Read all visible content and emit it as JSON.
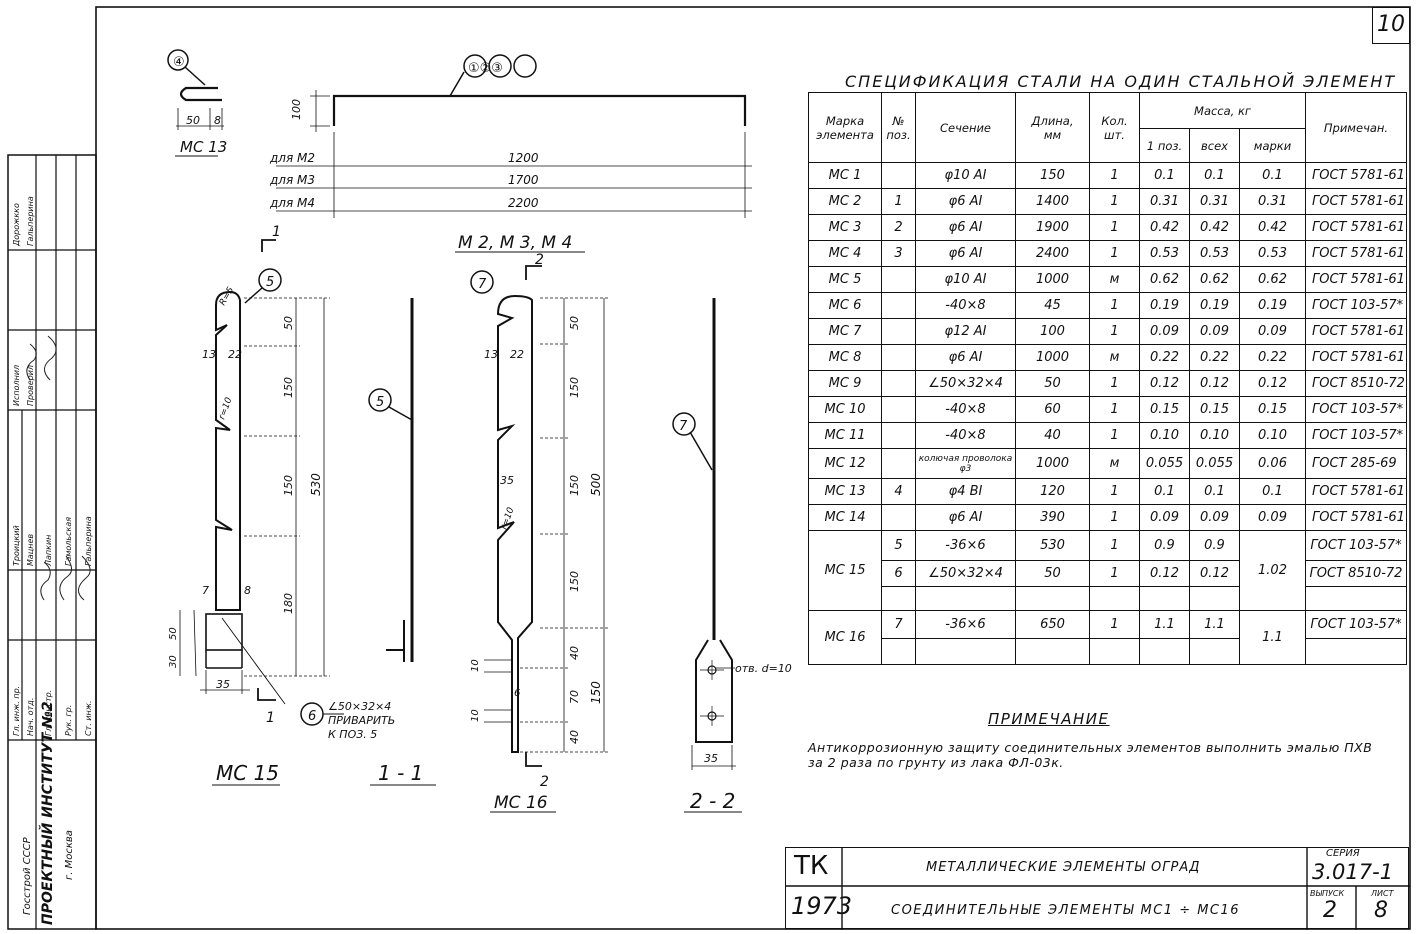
{
  "sheet_number": "10",
  "drawing": {
    "bar_positions": "①②③",
    "hook_position": "④",
    "hook_dims": [
      "50",
      "8"
    ],
    "hook_label": "МС 13",
    "bar_height": "100",
    "bar_rows": [
      {
        "label": "для  М2",
        "length": "1200"
      },
      {
        "label": "для  М3",
        "length": "1700"
      },
      {
        "label": "для  М4",
        "length": "2200"
      }
    ],
    "bar_caption": "М 2, М 3, М 4",
    "section_mark_1": "1",
    "section_mark_2": "2",
    "mc15": {
      "pos": "5",
      "pos_angle": "6",
      "dims_left": [
        "13",
        "22",
        "7",
        "8"
      ],
      "dims_vert": [
        "50",
        "150",
        "150",
        "180"
      ],
      "total": "530",
      "dims_bottom": [
        "50",
        "30",
        "35"
      ],
      "radius_top": "R=5",
      "radius_mid": "r=10",
      "angle_note_1": "∠50×32×4",
      "angle_note_2": "ПРИВАРИТЬ",
      "angle_note_3": "К ПОЗ. 5",
      "caption": "МС 15"
    },
    "section_1_1": {
      "pos": "5",
      "caption": "1 - 1"
    },
    "mc16": {
      "pos": "7",
      "dims_left": [
        "13",
        "22",
        "35"
      ],
      "dims_vert": [
        "50",
        "150",
        "150",
        "150",
        "40",
        "70",
        "40"
      ],
      "total": "500",
      "total_bottom": "150",
      "dims_small": [
        "10",
        "10",
        "6"
      ],
      "radius": "r=10",
      "caption": "МС 16"
    },
    "section_2_2": {
      "pos": "7",
      "hole": "отв. d=10",
      "width": "35",
      "caption": "2 - 2"
    }
  },
  "spec": {
    "title": "Спецификация стали на один стальной элемент",
    "headers": {
      "mark": [
        "Марка",
        "элемента"
      ],
      "pos": [
        "№",
        "поз."
      ],
      "section": "Сечение",
      "length": [
        "Длина,",
        "мм"
      ],
      "qty": [
        "Кол.",
        "шт."
      ],
      "mass": "Масса, кг",
      "mass_one": "1 поз.",
      "mass_all": "всех",
      "mass_mark": "марки",
      "note": "Примечан."
    },
    "rows": [
      {
        "mark": "МС 1",
        "pos": "",
        "section": "φ10 АⅠ",
        "length": "150",
        "qty": "1",
        "m1": "0.1",
        "mall": "0.1",
        "mmark": "0.1",
        "note": "ГОСТ 5781-61"
      },
      {
        "mark": "МС 2",
        "pos": "1",
        "section": "φ6 АⅠ",
        "length": "1400",
        "qty": "1",
        "m1": "0.31",
        "mall": "0.31",
        "mmark": "0.31",
        "note": "ГОСТ 5781-61"
      },
      {
        "mark": "МС 3",
        "pos": "2",
        "section": "φ6 АⅠ",
        "length": "1900",
        "qty": "1",
        "m1": "0.42",
        "mall": "0.42",
        "mmark": "0.42",
        "note": "ГОСТ 5781-61"
      },
      {
        "mark": "МС 4",
        "pos": "3",
        "section": "φ6 АⅠ",
        "length": "2400",
        "qty": "1",
        "m1": "0.53",
        "mall": "0.53",
        "mmark": "0.53",
        "note": "ГОСТ 5781-61"
      },
      {
        "mark": "МС 5",
        "pos": "",
        "section": "φ10 АⅠ",
        "length": "1000",
        "qty": "м",
        "m1": "0.62",
        "mall": "0.62",
        "mmark": "0.62",
        "note": "ГОСТ 5781-61"
      },
      {
        "mark": "МС 6",
        "pos": "",
        "section": "-40×8",
        "length": "45",
        "qty": "1",
        "m1": "0.19",
        "mall": "0.19",
        "mmark": "0.19",
        "note": "ГОСТ 103-57*"
      },
      {
        "mark": "МС 7",
        "pos": "",
        "section": "φ12 АⅠ",
        "length": "100",
        "qty": "1",
        "m1": "0.09",
        "mall": "0.09",
        "mmark": "0.09",
        "note": "ГОСТ 5781-61"
      },
      {
        "mark": "МС 8",
        "pos": "",
        "section": "φ6 АⅠ",
        "length": "1000",
        "qty": "м",
        "m1": "0.22",
        "mall": "0.22",
        "mmark": "0.22",
        "note": "ГОСТ 5781-61"
      },
      {
        "mark": "МС 9",
        "pos": "",
        "section": "∠50×32×4",
        "length": "50",
        "qty": "1",
        "m1": "0.12",
        "mall": "0.12",
        "mmark": "0.12",
        "note": "ГОСТ 8510-72"
      },
      {
        "mark": "МС 10",
        "pos": "",
        "section": "-40×8",
        "length": "60",
        "qty": "1",
        "m1": "0.15",
        "mall": "0.15",
        "mmark": "0.15",
        "note": "ГОСТ 103-57*"
      },
      {
        "mark": "МС 11",
        "pos": "",
        "section": "-40×8",
        "length": "40",
        "qty": "1",
        "m1": "0.10",
        "mall": "0.10",
        "mmark": "0.10",
        "note": "ГОСТ 103-57*"
      },
      {
        "mark": "МС 12",
        "pos": "",
        "section": "колючая проволока φ3",
        "length": "1000",
        "qty": "м",
        "m1": "0.055",
        "mall": "0.055",
        "mmark": "0.06",
        "note": "ГОСТ 285-69"
      },
      {
        "mark": "МС 13",
        "pos": "4",
        "section": "φ4 ВⅠ",
        "length": "120",
        "qty": "1",
        "m1": "0.1",
        "mall": "0.1",
        "mmark": "0.1",
        "note": "ГОСТ 5781-61"
      },
      {
        "mark": "МС 14",
        "pos": "",
        "section": "φ6 АⅠ",
        "length": "390",
        "qty": "1",
        "m1": "0.09",
        "mall": "0.09",
        "mmark": "0.09",
        "note": "ГОСТ 5781-61"
      }
    ],
    "mc15": {
      "mark": "МС 15",
      "rows": [
        {
          "pos": "5",
          "section": "-36×6",
          "length": "530",
          "qty": "1",
          "m1": "0.9",
          "mall": "0.9",
          "note": "ГОСТ 103-57*"
        },
        {
          "pos": "6",
          "section": "∠50×32×4",
          "length": "50",
          "qty": "1",
          "m1": "0.12",
          "mall": "0.12",
          "note": "ГОСТ 8510-72"
        }
      ],
      "mmark": "1.02"
    },
    "mc16": {
      "mark": "МС 16",
      "rows": [
        {
          "pos": "7",
          "section": "-36×6",
          "length": "650",
          "qty": "1",
          "m1": "1.1",
          "mall": "1.1",
          "note": "ГОСТ 103-57*"
        }
      ],
      "mmark": "1.1"
    }
  },
  "notes": {
    "heading": "Примечание",
    "text": "Антикоррозионную защиту соединительных элементов выполнить эмалью ПХВ за 2 раза по грунту из лака ФЛ-03к."
  },
  "title_block": {
    "code": "ТК",
    "year": "1973",
    "title1": "Металлические элементы оград",
    "title2": "Соединительные элементы МС1 ÷ МС16",
    "series_label": "Серия",
    "series": "3.017-1",
    "issue_label": "Выпуск",
    "issue": "2",
    "sheet_label": "Лист",
    "sheet": "8"
  },
  "stamp": {
    "org1": "Госстрой СССР",
    "org2": "ПРОЕКТНЫЙ ИНСТИТУТ №2",
    "org3": "г. Москва",
    "roles": [
      "Гл. инж. пр.",
      "Нач. отд.",
      "Гл. констр.",
      "Рук. гр.",
      "Ст. инж."
    ],
    "names": [
      "Троицкий",
      "Мацнев",
      "Лапкин",
      "Гамольская",
      "Гальперина"
    ],
    "roles2": [
      "Исполнил",
      "Проверил"
    ],
    "names2": [
      "Дорожкко",
      "Гальперина"
    ]
  }
}
